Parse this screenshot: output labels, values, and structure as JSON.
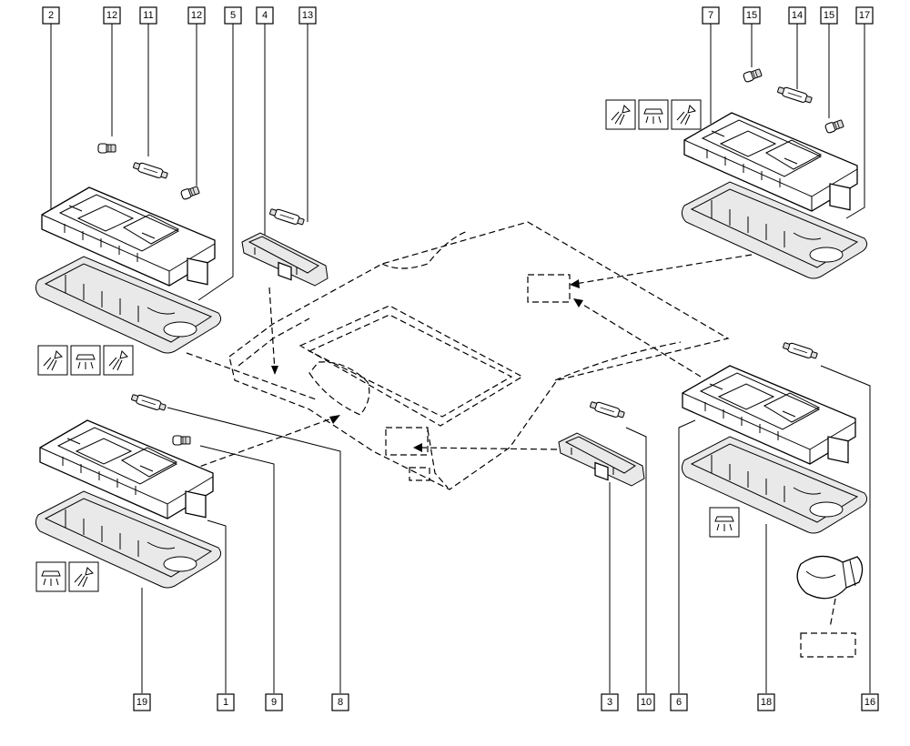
{
  "callouts": {
    "c2": "2",
    "c12a": "12",
    "c11": "11",
    "c12b": "12",
    "c5": "5",
    "c4": "4",
    "c13": "13",
    "c7": "7",
    "c15a": "15",
    "c14": "14",
    "c15b": "15",
    "c17": "17",
    "c19": "19",
    "c1": "1",
    "c9": "9",
    "c8": "8",
    "c3": "3",
    "c10": "10",
    "c6": "6",
    "c18": "18",
    "c16": "16"
  },
  "symbols": {
    "door_courtesy": "door-courtesy-lamp-icon",
    "permanent": "permanent-lamp-icon",
    "map_reading": "map-reading-lamp-icon"
  }
}
